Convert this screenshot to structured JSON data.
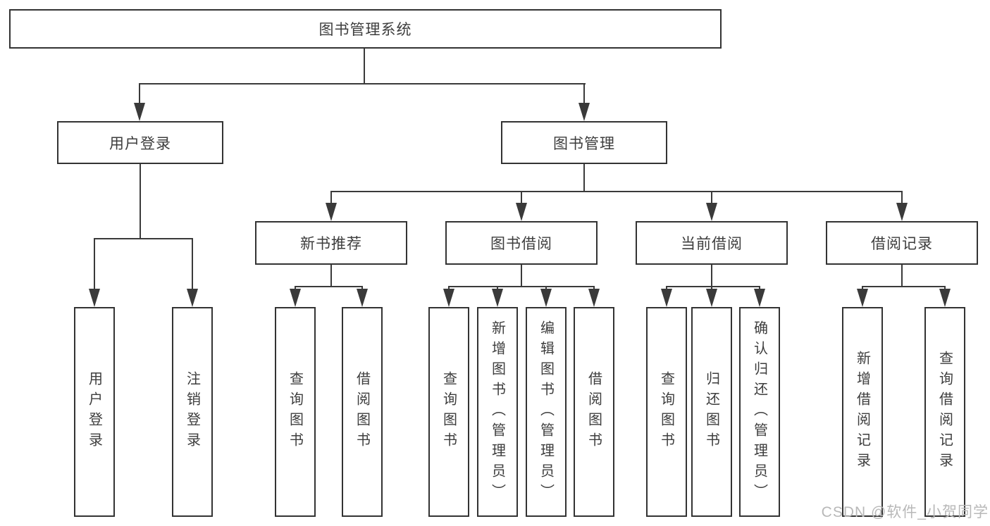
{
  "colors": {
    "line": "#3a3a3a",
    "border": "#333333",
    "text": "#3d3d3d",
    "background": "#ffffff",
    "watermark": "#b8b8b8"
  },
  "tree": {
    "root": {
      "label": "图书管理系统"
    },
    "branches": [
      {
        "label": "用户登录",
        "children": [
          {
            "label": "用户登录"
          },
          {
            "label": "注销登录"
          }
        ]
      },
      {
        "label": "图书管理",
        "children": [
          {
            "label": "新书推荐",
            "children": [
              {
                "label": "查询图书"
              },
              {
                "label": "借阅图书"
              }
            ]
          },
          {
            "label": "图书借阅",
            "children": [
              {
                "label": "查询图书"
              },
              {
                "label": "新增图书（管理员）"
              },
              {
                "label": "编辑图书（管理员）"
              },
              {
                "label": "借阅图书"
              }
            ]
          },
          {
            "label": "当前借阅",
            "children": [
              {
                "label": "查询图书"
              },
              {
                "label": "归还图书"
              },
              {
                "label": "确认归还（管理员）"
              }
            ]
          },
          {
            "label": "借阅记录",
            "children": [
              {
                "label": "新增借阅记录"
              },
              {
                "label": "查询借阅记录"
              }
            ]
          }
        ]
      }
    ]
  },
  "watermark": {
    "text": "CSDN @软件_小贺同学"
  }
}
